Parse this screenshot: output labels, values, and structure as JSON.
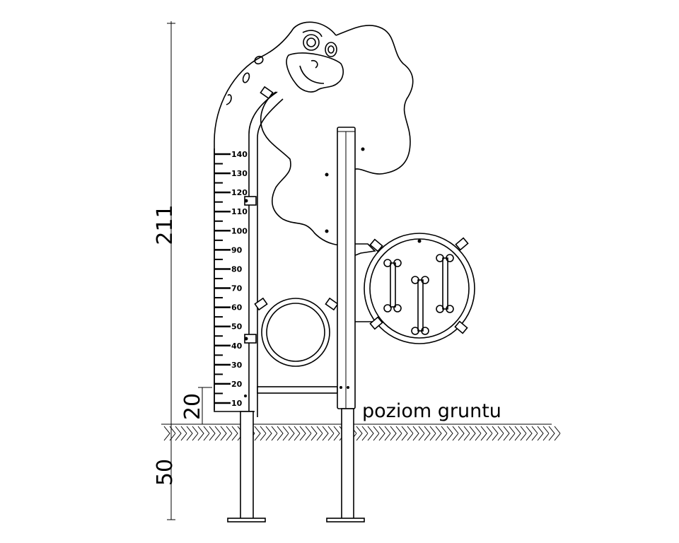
{
  "dimensions": {
    "total_height": "211",
    "base_offset": "20",
    "foundation_depth": "50"
  },
  "ground_label": "poziom gruntu",
  "scale": {
    "labels": [
      "140",
      "130",
      "120",
      "110",
      "100",
      "90",
      "80",
      "70",
      "60",
      "50",
      "40",
      "30",
      "20",
      "10"
    ]
  }
}
